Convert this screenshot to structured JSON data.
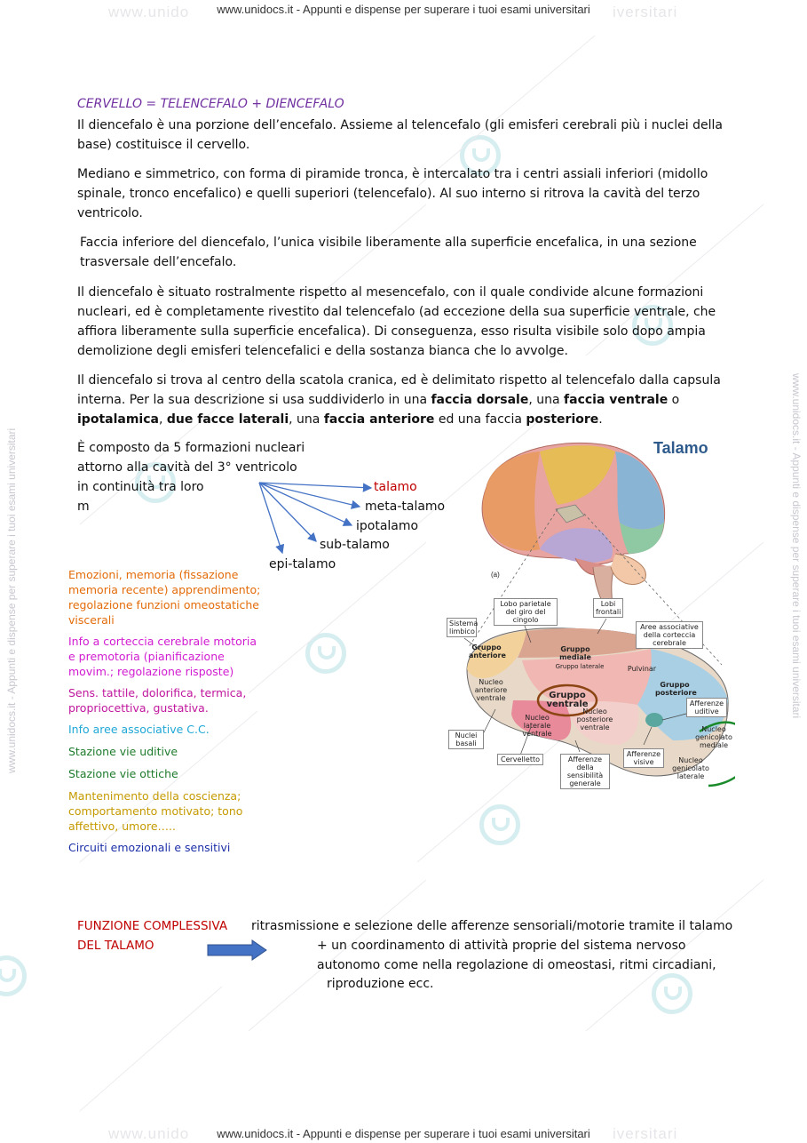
{
  "header": "www.unidocs.it - Appunti e dispense per superare i tuoi esami universitari",
  "footer": "www.unidocs.it - Appunti e dispense per superare i tuoi esami universitari",
  "title": "CERVELLO = TELENCEFALO + DIENCEFALO",
  "paragraphs": {
    "p1": "Il diencefalo è una porzione dell’encefalo. Assieme al telencefalo (gli emisferi cerebrali più i nuclei della base) costituisce il cervello.",
    "p2": "Mediano e simmetrico, con forma di piramide tronca, è intercalato tra i centri assiali inferiori (midollo spinale, tronco encefalico) e quelli superiori (telencefalo). Al suo interno si ritrova la cavità del terzo ventricolo.",
    "p3": "Faccia inferiore del diencefalo, l’unica visibile liberamente alla superficie encefalica, in una sezione trasversale dell’encefalo.",
    "p4": "Il diencefalo è situato rostralmente rispetto al mesencefalo, con il quale condivide alcune formazioni nucleari, ed è completamente rivestito dal telencefalo (ad eccezione della sua superficie ventrale, che affiora liberamente sulla superficie encefalica). Di conseguenza, esso risulta visibile solo dopo ampia demolizione degli emisferi telencefalici e della sostanza bianca che lo avvolge.",
    "p5_a": "Il diencefalo si trova al centro della scatola cranica, ed è delimitato rispetto al telencefalo dalla capsula interna. Per la sua descrizione si usa suddividerlo in una ",
    "p5_b1": "faccia dorsale",
    "p5_c": ", una ",
    "p5_b2": "faccia ventrale",
    "p5_d": " o ",
    "p5_b3": "ipotalamica",
    "p5_e": ", ",
    "p5_b4": "due facce laterali",
    "p5_f": ", una ",
    "p5_b5": "faccia anteriore",
    "p5_g": " ed una faccia ",
    "p5_b6": "posteriore",
    "p5_h": "."
  },
  "composition": {
    "line1": "È composto da 5 formazioni nucleari",
    "line2": "attorno alla cavità del 3° ventricolo",
    "line3": "in continuità tra loro",
    "line4": "m"
  },
  "structures": {
    "talamo": "talamo",
    "meta": "meta-talamo",
    "ipo": "ipotalamo",
    "sub": "sub-talamo",
    "epi": "epi-talamo"
  },
  "functions": [
    {
      "text": "Emozioni, memoria (fissazione memoria recente) apprendimento; regolazione funzioni omeostatiche viscerali",
      "color": "#e36c0a"
    },
    {
      "text": "Info a corteccia cerebrale motoria e premotoria (pianificazione movim.; regolazione risposte)",
      "color": "#d11bd1"
    },
    {
      "text": "Sens. tattile, dolorifica, termica, propriocettiva, gustativa.",
      "color": "#c0169e"
    },
    {
      "text": "Info aree associative C.C.",
      "color": "#1fa7d6"
    },
    {
      "text": "Stazione vie uditive",
      "color": "#1e7b2c"
    },
    {
      "text": "Stazione vie ottiche",
      "color": "#1e7b2c"
    },
    {
      "text": "Mantenimento della coscienza; comportamento motivato; tono affettivo, umore…..",
      "color": "#c49a00"
    },
    {
      "text": "Circuiti emozionali e sensitivi",
      "color": "#1c2fa8"
    }
  ],
  "figure": {
    "title": "Talamo",
    "panel": "(a)",
    "labels": {
      "sistema_limbico": "Sistema limbico",
      "lobo_parietale": "Lobo parietale del giro del cingolo",
      "lobi_frontali": "Lobi frontali",
      "aree_associative": "Aree associative della corteccia cerebrale",
      "gruppo_anteriore": "Gruppo anteriore",
      "gruppo_mediale": "Gruppo mediale",
      "gruppo_laterale": "Gruppo laterale",
      "pulvinar": "Pulvinar",
      "gruppo_posteriore": "Gruppo posteriore",
      "nucleo_anteriore_ventrale": "Nucleo anteriore ventrale",
      "gruppo_ventrale": "Gruppo ventrale",
      "nucleo_laterale_ventrale": "Nucleo laterale ventrale",
      "nucleo_posteriore_ventrale": "Nucleo posteriore ventrale",
      "afferenze_uditive": "Afferenze uditive",
      "nucleo_genicolato_mediale": "Nucleo genicolato mediale",
      "nucleo_genicolato_laterale": "Nucleo genicolato laterale",
      "nuclei_basali": "Nuclei basali",
      "cervelletto": "Cervelletto",
      "afferenze_sensibilita": "Afferenze della sensibilità generale",
      "afferenze_visive": "Afferenze visive"
    }
  },
  "funzione": {
    "label1": "FUNZIONE COMPLESSIVA",
    "label2": "DEL TALAMO",
    "line1": "ritrasmissione e selezione delle afferenze sensoriali/motorie tramite il talamo",
    "line2": "+ un coordinamento di attività proprie del sistema nervoso",
    "line3": "autonomo come nella  regolazione di omeostasi, ritmi circadiani,",
    "line4": "riproduzione ecc."
  },
  "colors": {
    "title": "#7030a0",
    "talamo": "#c00000",
    "funzione": "#c00000",
    "arrow": "#4472c4",
    "figure_title": "#2e5a8c"
  }
}
